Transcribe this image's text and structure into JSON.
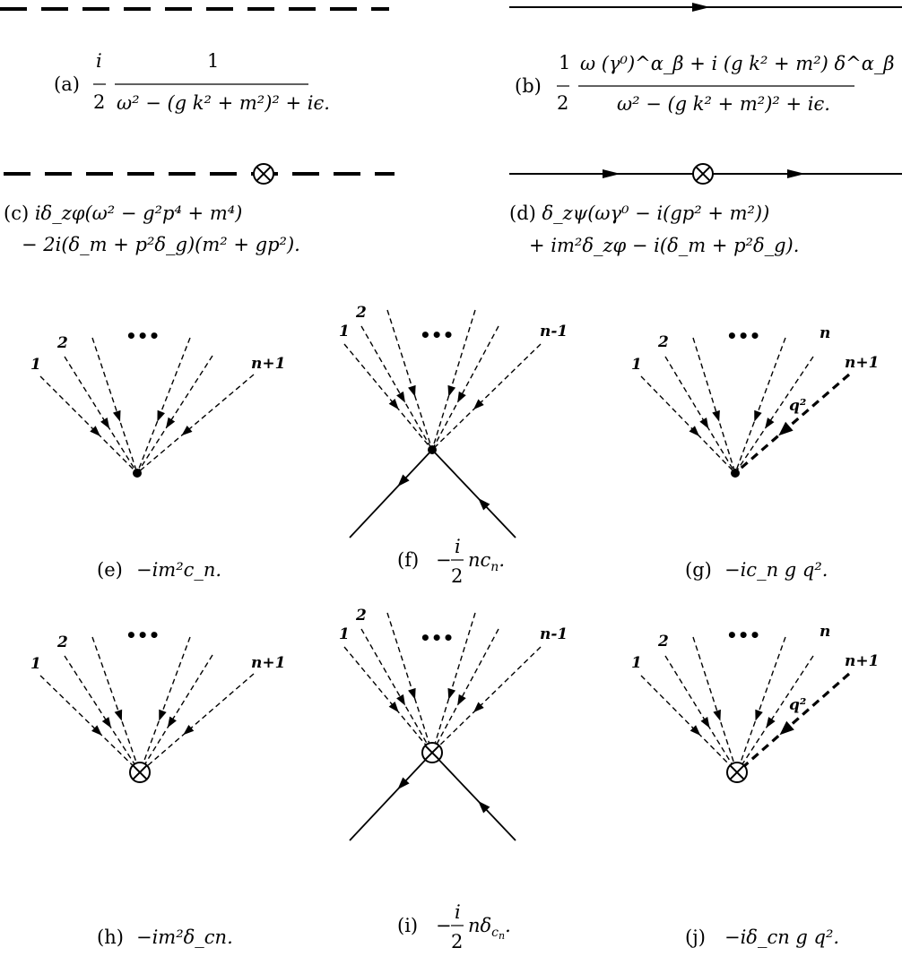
{
  "legend_labels": {
    "one": "1",
    "two": "2",
    "ellipsis": "•••",
    "n_plus_one": "n+1",
    "n_minus_one": "n-1",
    "n": "n",
    "q_squared": "q²"
  },
  "captions": {
    "a": "(a)",
    "b": "(b)",
    "c": "(c)",
    "d": "(d)",
    "e": "(e)",
    "f": "(f)",
    "g": "(g)",
    "h": "(h)",
    "i": "(i)",
    "j": "(j)"
  },
  "formulas": {
    "a_num": "1",
    "a_den": "ω² − (g k² + m²)² + iϵ.",
    "b_num": "ω (γ⁰)^α_β + i (g k² + m²) δ^α_β",
    "b_den": "ω² − (g k² + m²)² + iϵ.",
    "c_line1": "iδ_zφ(ω² − g²p⁴ + m⁴)",
    "c_line2": "− 2i(δ_m + p²δ_g)(m² + gp²).",
    "d_line1": "δ_zψ(ωγ⁰ − i(gp² + m²))",
    "d_line2": "+ im²δ_zφ − i(δ_m + p²δ_g).",
    "e": "−im²c_n.",
    "f": "−(i/2) nc_n.",
    "g": "−ic_n g q².",
    "h": "−im²δ_cn.",
    "i": "−(i/2) nδ_cn.",
    "j": "−iδ_cn g q²."
  }
}
